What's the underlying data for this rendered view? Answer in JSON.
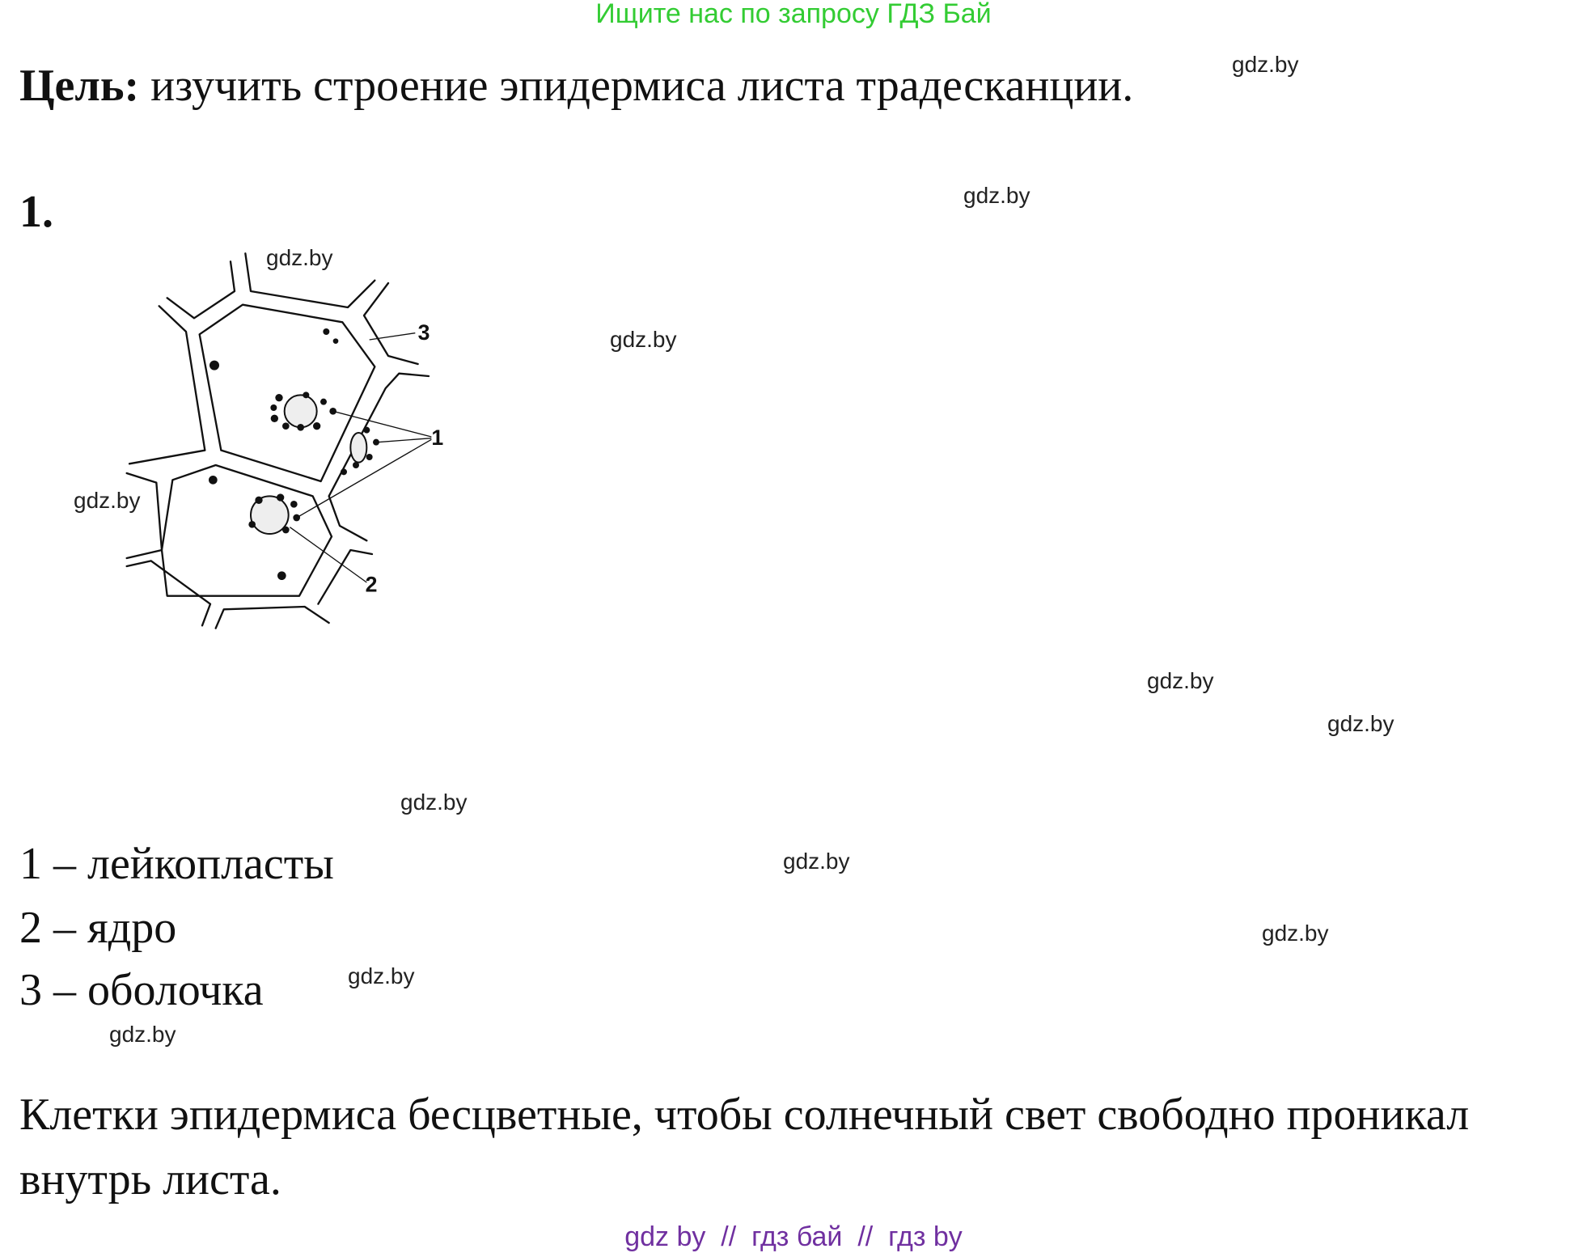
{
  "banner": {
    "text": "Ищите нас по запросу ГДЗ Бай",
    "color": "#33cc33"
  },
  "goal": {
    "label": "Цель:",
    "text": " изучить строение эпидермиса листа традесканции."
  },
  "task_number": "1.",
  "figure": {
    "labels": {
      "leucoplasts": "1",
      "nucleus": "2",
      "cell_wall": "3"
    }
  },
  "legend": [
    "1 – лейкопласты",
    "2 – ядро",
    "3 – оболочка"
  ],
  "conclusion": [
    "Клетки эпидермиса бесцветные, чтобы солнечный свет свободно проникал",
    "внутрь листа."
  ],
  "watermark": "gdz.by",
  "footer": {
    "text": "gdz by  //  гдз бай  //  гдз by",
    "color": "#7030a0"
  }
}
